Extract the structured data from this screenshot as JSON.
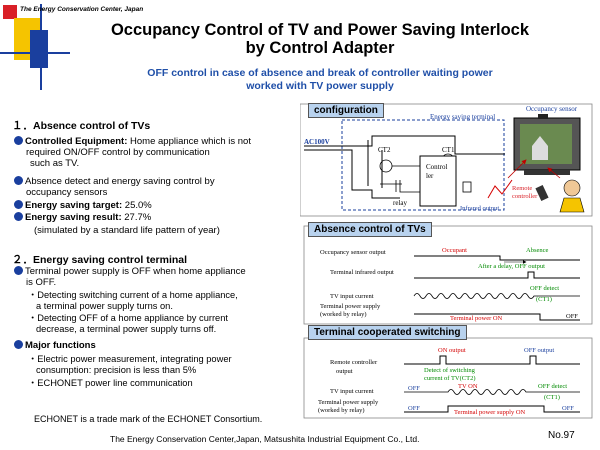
{
  "header": {
    "org_logo": "The Energy Conservation Center, Japan",
    "title_line1": "Occupancy Control of TV and Power Saving Interlock",
    "title_line2": "by Control Adapter",
    "subtitle_line1": "OFF control in case of absence and break of controller waiting power",
    "subtitle_line2": "worked with TV power supply"
  },
  "section1": {
    "heading": "１．Absence control of TVs",
    "b1_label": "Controlled Equipment:",
    "b1_text": " Home appliance which is not",
    "b1_line2": "required ON/OFF control by communication",
    "b1_line3": "such as TV.",
    "b2_line1": "Absence detect and energy saving control by",
    "b2_line2": "occupancy sensors",
    "b3_label": "Energy saving target:",
    "b3_value": " 25.0%",
    "b4_label": "Energy saving result:",
    "b4_value": " 27.7%",
    "b4_note": "(simulated by a standard life pattern of year)"
  },
  "section2": {
    "heading": "２．Energy saving control terminal",
    "b1_line1": "Terminal power supply is OFF when home appliance",
    "b1_line2": "is OFF.",
    "s1_line1": "・Detecting switching current of a home appliance,",
    "s1_line2": "a terminal power supply turns on.",
    "s2_line1": "・Detecting OFF of a home appliance by current",
    "s2_line2": "decrease, a terminal power supply turns off.",
    "b2_label": "Major functions",
    "s3_line1": "・Electric power measurement, integrating power",
    "s3_line2": "consumption: precision is less than 5%",
    "s4": "・ECHONET power line communication"
  },
  "trademark": "ECHONET is a trade mark of the ECHONET Consortium.",
  "footer": {
    "credit": "The Energy Conservation Center,Japan, Matsushita Industrial Equipment Co., Ltd.",
    "page": "No.97"
  },
  "config": {
    "heading": "configuration",
    "energy_saving_terminal": "Energy saving terminal",
    "occupancy_sensor": "Occupancy sensor",
    "ac100v": "AC100V",
    "ct2": "CT2",
    "ct1": "CT1",
    "controller_l1": "Control",
    "controller_l2": "ler",
    "relay": "relay",
    "infrared_output": "Infrared output",
    "remote_l1": "Remote",
    "remote_l2": "controller"
  },
  "absence": {
    "heading": "Absence control of TVs",
    "row1": "Occupancy sensor output",
    "row2": "Terminal infrared output",
    "row3": "TV input current",
    "row4_l1": "Terminal power supply",
    "row4_l2": "(worked  by relay)",
    "occupant": "Occupant",
    "absence": "Absence",
    "after_delay": "After a delay, OFF output",
    "off_detect": "OFF detect",
    "ct1": "(CT1)",
    "terminal_on": "Terminal power ON",
    "off": "OFF"
  },
  "coop": {
    "heading": "Terminal cooperated switching",
    "row1_l1": "Remote controller",
    "row1_l2": "output",
    "row2": "TV input current",
    "row3_l1": "Terminal power supply",
    "row3_l2": "(worked  by relay)",
    "on_output": "ON output",
    "off_output": "OFF output",
    "detect_l1": "Detect of switching",
    "detect_l2": "current of TV(CT2)",
    "tv_on": "TV ON",
    "off": "OFF",
    "off_detect": "OFF detect",
    "ct1": "(CT1)",
    "terminal_on": "Terminal power supply ON"
  },
  "colors": {
    "accent_blue": "#1a3f9e",
    "panel_header": "#b8d2ee",
    "deco_yellow": "#f5c400",
    "deco_red": "#d92027",
    "signal_red": "#d40000",
    "signal_green": "#008a00"
  }
}
